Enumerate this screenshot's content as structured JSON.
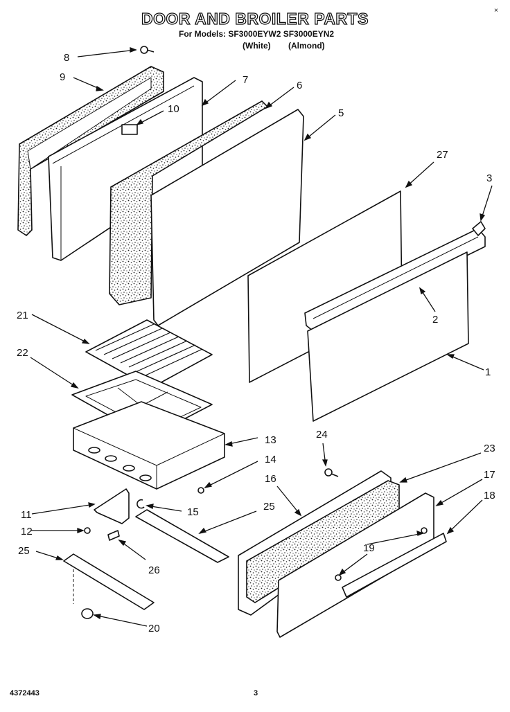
{
  "header": {
    "title": "DOOR AND BROILER PARTS",
    "models_line": "For Models: SF3000EYW2 SF3000EYN2",
    "variant_white": "(White)",
    "variant_almond": "(Almond)"
  },
  "corner_mark": "×",
  "footer": {
    "doc_code": "4372443",
    "page_number": "3"
  },
  "callouts": [
    "8",
    "9",
    "7",
    "6",
    "10",
    "5",
    "27",
    "3",
    "2",
    "1",
    "21",
    "22",
    "13",
    "14",
    "24",
    "23",
    "16",
    "17",
    "18",
    "11",
    "15",
    "25",
    "12",
    "19",
    "26",
    "25",
    "20"
  ],
  "colors": {
    "ink": "#111111",
    "insulation": "#d9d9d9",
    "paper": "#ffffff"
  }
}
